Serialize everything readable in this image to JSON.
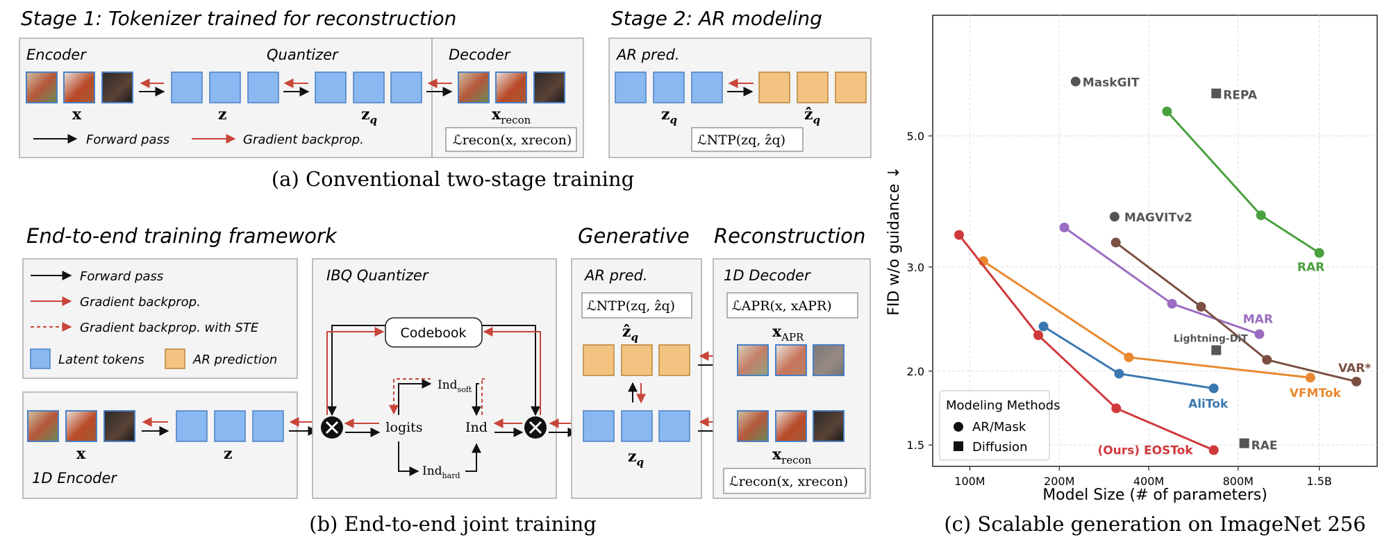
{
  "panel_a": {
    "stage1_title": "Stage 1: Tokenizer trained for reconstruction",
    "stage2_title": "Stage 2: AR modeling",
    "encoder_label": "Encoder",
    "quantizer_label": "Quantizer",
    "decoder_label": "Decoder",
    "ar_pred_label": "AR pred.",
    "x_label": "x",
    "z_label": "z",
    "zq_label": "z",
    "zq_sub": "q",
    "xrecon_label": "x",
    "xrecon_sub": "recon",
    "zhat_label": "ẑ",
    "zhat_sub": "q",
    "forward_legend": "Forward pass",
    "grad_legend": "Gradient backprop.",
    "loss_recon": "ℒrecon(x, xrecon)",
    "loss_ntp": "ℒNTP(zq, ẑq)",
    "caption": "(a) Conventional two-stage training"
  },
  "panel_b": {
    "title_framework": "End-to-end training framework",
    "title_generative": "Generative",
    "title_reconstruction": "Reconstruction",
    "legend_forward": "Forward pass",
    "legend_grad": "Gradient backprop.",
    "legend_grad_ste": "Gradient backprop. with STE",
    "legend_latent": "Latent tokens",
    "legend_ar": "AR prediction",
    "ibq_label": "IBQ Quantizer",
    "codebook_label": "Codebook",
    "logits_label": "logits",
    "ind_label": "Ind",
    "ind_soft": "Ind",
    "ind_soft_sub": "soft",
    "ind_hard": "Ind",
    "ind_hard_sub": "hard",
    "ar_pred_label": "AR pred.",
    "decoder_label": "1D Decoder",
    "encoder_label": "1D Encoder",
    "x_label": "x",
    "z_label": "z",
    "zq_label": "z",
    "zq_sub": "q",
    "zhat_label": "ẑ",
    "zhat_sub": "q",
    "xapr_label": "x",
    "xapr_sub": "APR",
    "xrecon_label": "x",
    "xrecon_sub": "recon",
    "loss_ntp": "ℒNTP(zq, ẑq)",
    "loss_apr": "ℒAPR(x, xAPR)",
    "loss_recon": "ℒrecon(x, xrecon)",
    "caption": "(b) End-to-end joint training"
  },
  "chart_data": {
    "type": "scatter",
    "title": "",
    "xlabel": "Model Size (# of parameters)",
    "ylabel": "FID w/o guidance ↓",
    "x_scale": "log",
    "y_scale": "log",
    "xlim": [
      75,
      2350
    ],
    "ylim": [
      1.38,
      8.0
    ],
    "x_ticks": [
      {
        "v": 100,
        "label": "100M"
      },
      {
        "v": 200,
        "label": "200M"
      },
      {
        "v": 400,
        "label": "400M"
      },
      {
        "v": 800,
        "label": "800M"
      },
      {
        "v": 1500,
        "label": "1.5B"
      }
    ],
    "y_ticks": [
      {
        "v": 1.5,
        "label": "1.5"
      },
      {
        "v": 2.0,
        "label": "2.0"
      },
      {
        "v": 3.0,
        "label": "3.0"
      },
      {
        "v": 5.0,
        "label": "5.0"
      }
    ],
    "grid": true,
    "legend": {
      "title": "Modeling Methods",
      "items": [
        "AR/Mask",
        "Diffusion"
      ],
      "placement": "bottom-left"
    },
    "series": [
      {
        "name": "RAR",
        "color": "#4aa03f",
        "marker": "circle",
        "points": [
          [
            461,
            5.5
          ],
          [
            955,
            3.67
          ],
          [
            1500,
            3.17
          ]
        ]
      },
      {
        "name": "MAR",
        "color": "#9b6cc1",
        "marker": "circle",
        "points": [
          [
            208,
            3.5
          ],
          [
            479,
            2.6
          ],
          [
            943,
            2.31
          ]
        ]
      },
      {
        "name": "VAR*",
        "color": "#7b5043",
        "marker": "circle",
        "points": [
          [
            310,
            3.3
          ],
          [
            600,
            2.57
          ],
          [
            1000,
            2.09
          ],
          [
            2000,
            1.92
          ]
        ]
      },
      {
        "name": "VFMTok",
        "color": "#e8892f",
        "marker": "circle",
        "points": [
          [
            111,
            3.07
          ],
          [
            343,
            2.11
          ],
          [
            1400,
            1.95
          ]
        ]
      },
      {
        "name": "AliTok",
        "color": "#3b78b0",
        "marker": "circle",
        "points": [
          [
            177,
            2.38
          ],
          [
            318,
            1.98
          ],
          [
            662,
            1.87
          ]
        ]
      },
      {
        "name": "(Ours) EOSTok",
        "color": "#d0393b",
        "marker": "circle",
        "points": [
          [
            92,
            3.4
          ],
          [
            170,
            2.3
          ],
          [
            311,
            1.73
          ],
          [
            662,
            1.47
          ]
        ]
      }
    ],
    "singles": [
      {
        "name": "MaskGIT",
        "color": "#555555",
        "marker": "circle",
        "x": 227,
        "y": 6.18
      },
      {
        "name": "MAGVITv2",
        "color": "#555555",
        "marker": "circle",
        "x": 307,
        "y": 3.65
      },
      {
        "name": "REPA",
        "color": "#555555",
        "marker": "square",
        "x": 675,
        "y": 5.9
      },
      {
        "name": "Lightning-DiT",
        "color": "#555555",
        "marker": "square",
        "x": 675,
        "y": 2.17
      },
      {
        "name": "RAE",
        "color": "#555555",
        "marker": "square",
        "x": 839,
        "y": 1.51
      }
    ],
    "caption": "(c) Scalable generation on ImageNet 256"
  },
  "colors": {
    "latent": "#8ab8f0",
    "ar_prediction": "#f2c381",
    "grad": "#c8453a"
  }
}
